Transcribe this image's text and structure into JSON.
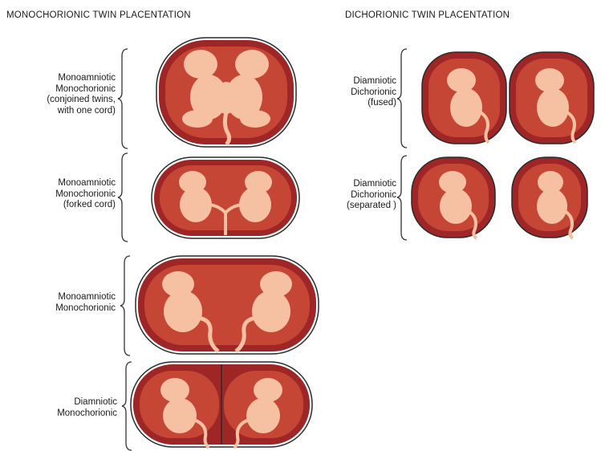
{
  "headings": {
    "left": "MONOCHORIONIC TWIN PLACENTATION",
    "right": "DICHORIONIC TWIN PLACENTATION"
  },
  "panels": [
    {
      "id": "mono-conjoined",
      "lines": [
        "Monoamniotic",
        "Monochorionic",
        "(conjoined twins,",
        "with one cord)"
      ]
    },
    {
      "id": "mono-forked",
      "lines": [
        "Monoamniotic",
        "Monochorionic",
        "(forked cord)"
      ]
    },
    {
      "id": "mono-mono",
      "lines": [
        "Monoamniotic",
        "Monochorionic"
      ]
    },
    {
      "id": "di-mono",
      "lines": [
        "Diamniotic",
        "Monochorionic"
      ]
    },
    {
      "id": "di-di-fused",
      "lines": [
        "Diamniotic",
        "Dichorionic",
        "(fused)"
      ]
    },
    {
      "id": "di-di-separated",
      "lines": [
        "Diamniotic",
        "Dichorionic",
        "(separated )"
      ]
    }
  ],
  "colors": {
    "chorion": "#9e2626",
    "sac": "#c64636",
    "fetus": "#f6c0a2",
    "fetus_shade": "#e89a7c",
    "line": "#2a2a2a"
  }
}
